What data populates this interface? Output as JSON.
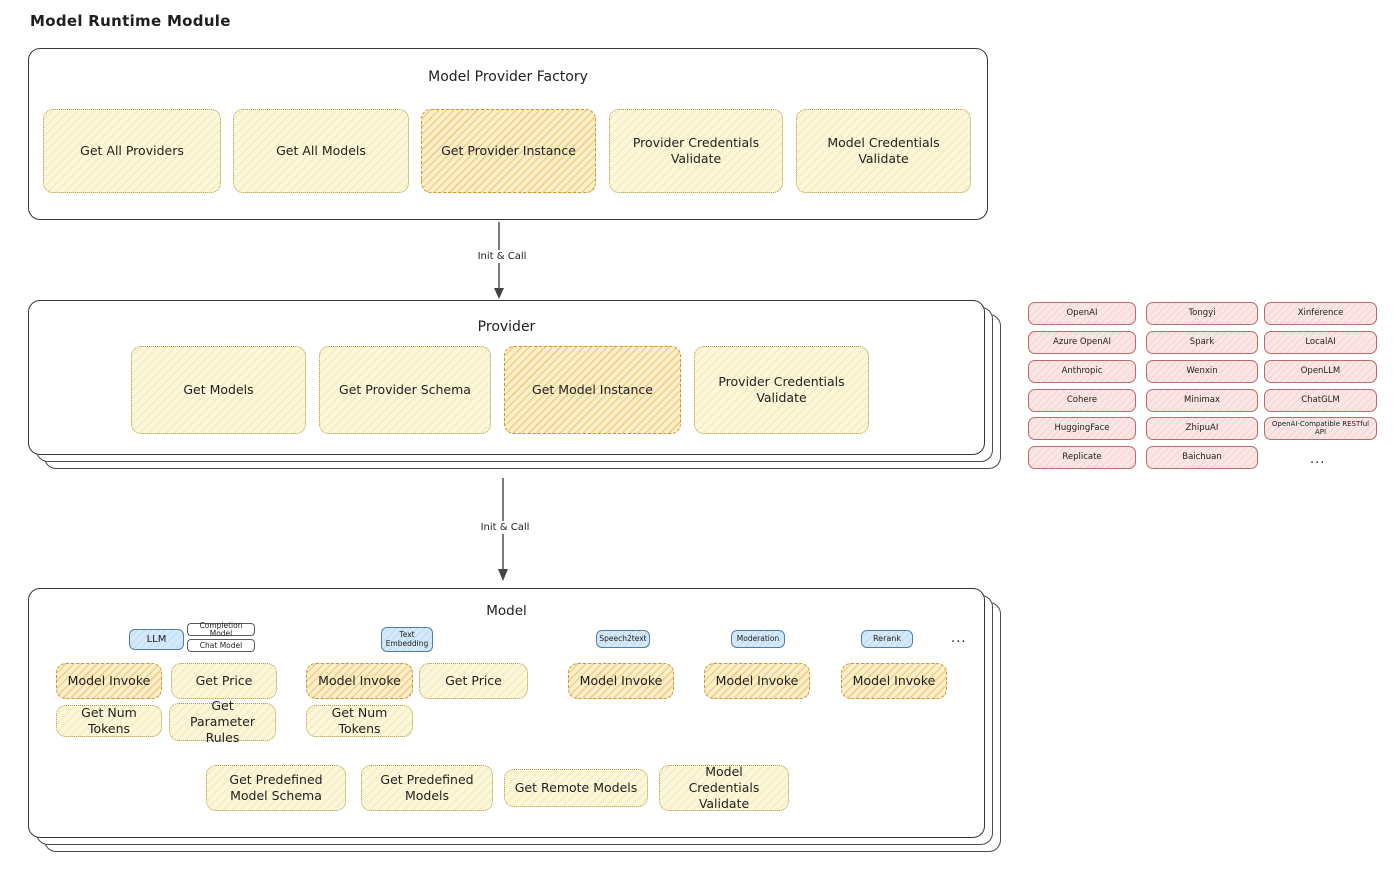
{
  "page": {
    "title": "Model Runtime Module"
  },
  "factory": {
    "title": "Model Provider Factory",
    "items": [
      {
        "label": "Get All Providers"
      },
      {
        "label": "Get All Models"
      },
      {
        "label": "Get Provider Instance"
      },
      {
        "label": "Provider Credentials Validate"
      },
      {
        "label": "Model Credentials Validate"
      }
    ]
  },
  "arrows": {
    "label1": "Init & Call",
    "label2": "Init & Call"
  },
  "provider": {
    "title": "Provider",
    "items": [
      {
        "label": "Get Models"
      },
      {
        "label": "Get Provider Schema"
      },
      {
        "label": "Get Model Instance"
      },
      {
        "label": "Provider Credentials Validate"
      }
    ]
  },
  "provider_list": {
    "col1": [
      "OpenAI",
      "Azure OpenAI",
      "Anthropic",
      "Cohere",
      "HuggingFace",
      "Replicate"
    ],
    "col2": [
      "Tongyi",
      "Spark",
      "Wenxin",
      "Minimax",
      "ZhipuAI",
      "Baichuan"
    ],
    "col3": [
      "Xinference",
      "LocalAI",
      "OpenLLM",
      "ChatGLM",
      "OpenAI-Compatible RESTful API"
    ],
    "more": "..."
  },
  "model": {
    "title": "Model",
    "types": {
      "llm": "LLM",
      "completion": "Completion Model",
      "chat": "Chat Model",
      "text_embedding": "Text Embedding",
      "speech2text": "Speech2text",
      "moderation": "Moderation",
      "rerank": "Rerank",
      "more": "..."
    },
    "ops": {
      "invoke_llm": "Model Invoke",
      "price_llm": "Get Price",
      "tokens_llm": "Get Num Tokens",
      "rules_llm": "Get Parameter Rules",
      "invoke_embedding": "Model Invoke",
      "price_embedding": "Get Price",
      "tokens_embedding": "Get Num Tokens",
      "invoke_speech2text": "Model Invoke",
      "invoke_moderation": "Model Invoke",
      "invoke_rerank": "Model Invoke"
    },
    "shared_ops": [
      "Get Predefined Model Schema",
      "Get Predefined Models",
      "Get Remote Models",
      "Model Credentials Validate"
    ]
  }
}
